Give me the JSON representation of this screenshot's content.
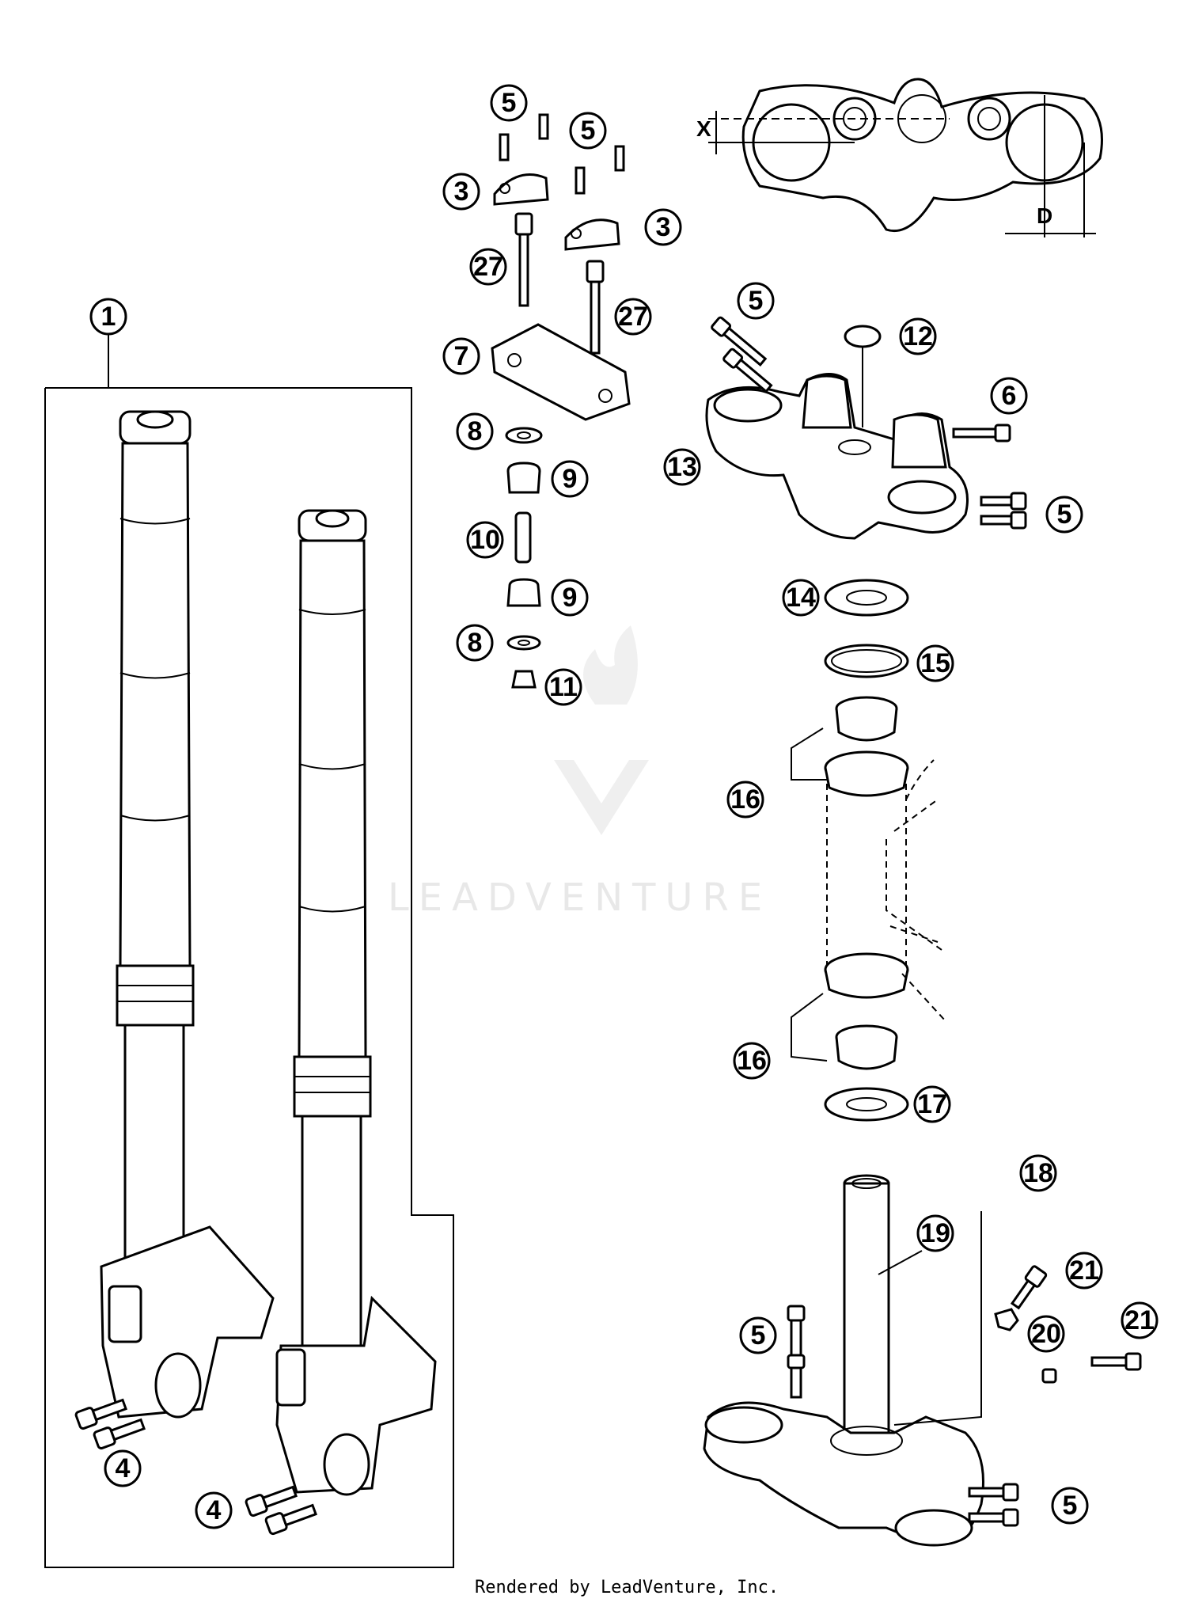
{
  "watermark": "LEADVENTURE",
  "footer": "Rendered by LeadVenture, Inc.",
  "dimension_labels": {
    "x": "X",
    "d": "D"
  },
  "callouts": [
    "1",
    "3",
    "3",
    "4",
    "4",
    "5",
    "5",
    "5",
    "5",
    "5",
    "5",
    "6",
    "7",
    "8",
    "8",
    "9",
    "9",
    "10",
    "11",
    "12",
    "13",
    "14",
    "15",
    "16",
    "16",
    "17",
    "18",
    "19",
    "20",
    "21",
    "21",
    "27",
    "27"
  ]
}
